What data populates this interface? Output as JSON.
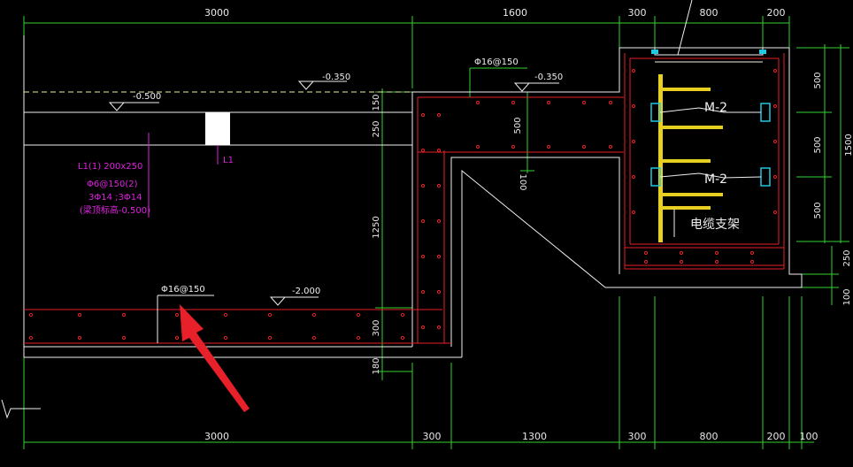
{
  "drawing": {
    "top_dims": [
      "3000",
      "1600",
      "300",
      "800",
      "200"
    ],
    "bottom_dims": [
      "3000",
      "300",
      "1300",
      "300",
      "800",
      "200",
      "100"
    ],
    "left_dims": [
      "150",
      "250",
      "1250",
      "300",
      "180"
    ],
    "right_dims": [
      "500",
      "500",
      "500",
      "1500",
      "250",
      "100"
    ],
    "inner_dims": [
      "500",
      "100"
    ],
    "elevations": [
      "-0.350",
      "-0.500",
      "-0.350",
      "-2.000"
    ],
    "rebar_labels": [
      "Φ16@150",
      "Φ16@150"
    ],
    "beam_tag": "L1",
    "beam_notes": [
      "L1(1) 200x250",
      "Φ6@150(2)",
      "3Φ14 ;3Φ14",
      "(梁顶标高-0.500)"
    ],
    "embed_labels": [
      "M-2",
      "M-2"
    ],
    "cable_bracket": "电缆支架"
  },
  "colors": {
    "background": "#000000",
    "dimension": "#2fd42f",
    "outline": "#f0f0f0",
    "rebar": "#e8202a",
    "annotation": "#e020e0",
    "bracket": "#e8d020",
    "embed": "#20c8e0",
    "arrow": "#e8202a"
  }
}
